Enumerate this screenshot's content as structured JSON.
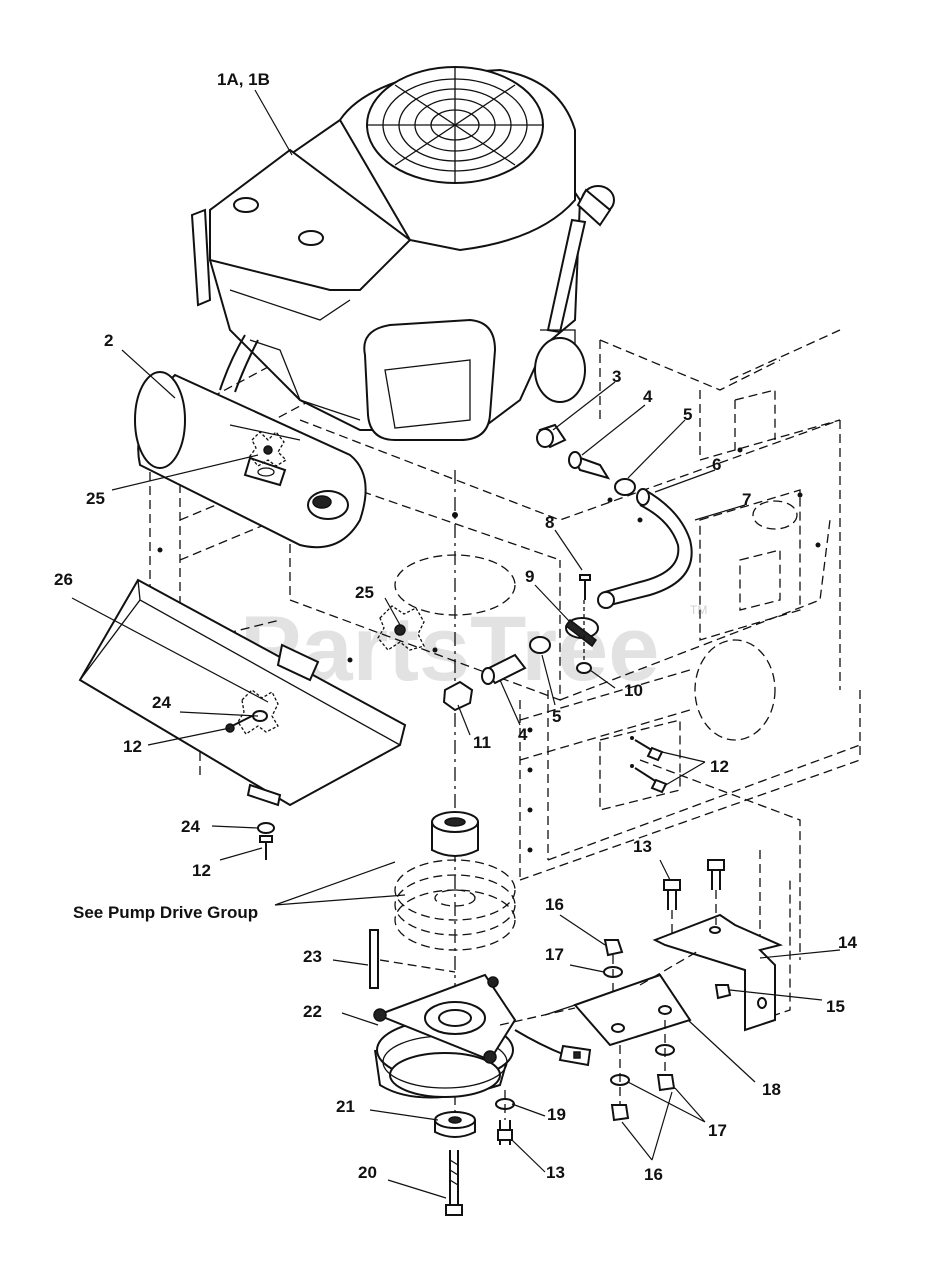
{
  "watermark": {
    "text": "PartsTree",
    "trademark": "TM"
  },
  "callouts": {
    "engine": "1A, 1B",
    "muffler": "2",
    "fitting_3": "3",
    "fitting_4_top": "4",
    "clamp_5_top": "5",
    "hose_6": "6",
    "hose_7": "7",
    "bolt_8": "8",
    "clip_9": "9",
    "nut_10": "10",
    "plug_11": "11",
    "fitting_4_bottom": "4",
    "clamp_5_bottom": "5",
    "bolt_12_right": "12",
    "bolt_12_left": "12",
    "bolt_12_bottom": "12",
    "bolt_13_top": "13",
    "bracket_14": "14",
    "nut_15": "15",
    "nut_16_top": "16",
    "washer_17_top": "17",
    "bracket_18": "18",
    "washer_19": "19",
    "bolt_20": "20",
    "washer_21": "21",
    "clutch_22": "22",
    "key_23": "23",
    "washer_24_top": "24",
    "washer_24_bottom": "24",
    "lock_25_left": "25",
    "lock_25_center": "25",
    "shield_26": "26",
    "bolt_13_bottom": "13",
    "washer_17_bottom": "17",
    "nut_16_bottom": "16",
    "pump_drive_note": "See Pump Drive Group"
  }
}
